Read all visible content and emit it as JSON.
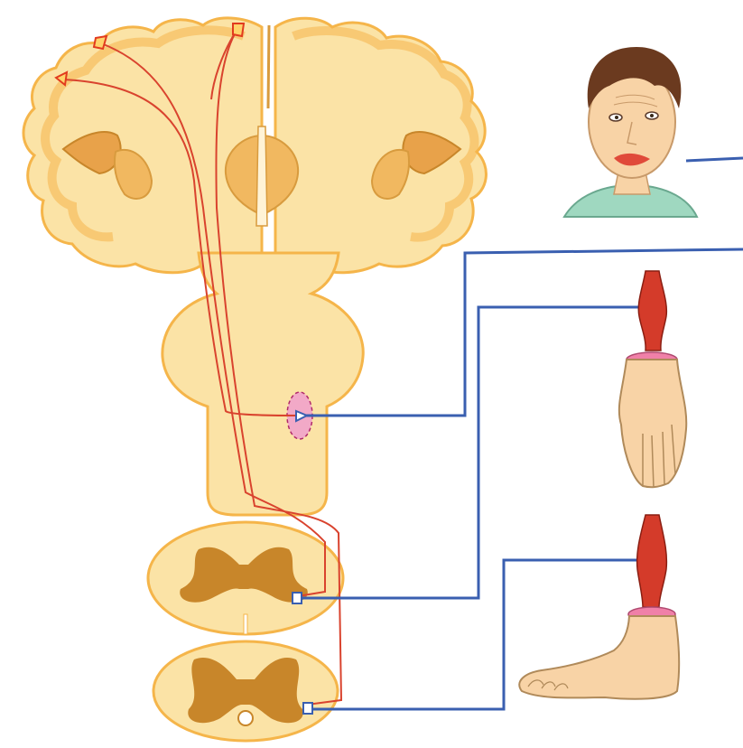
{
  "colors": {
    "background": "#ffffff",
    "tissue_fill": "#fbe3a6",
    "tissue_outline": "#f5b54a",
    "gray_matter": "#c8862a",
    "upper_motor_tract": "#d9432e",
    "lower_motor_nerve": "#3a5fb0",
    "neuron_body_upper": "#e23b1e",
    "neuron_body_lower": "#3a5fb0",
    "nucleus_highlight": "#f2a9c7",
    "muscle": "#d43b2a",
    "skin": "#f8d3a6",
    "hair": "#6b3a1f",
    "shirt": "#9fd8c0",
    "lips": "#e04a3a"
  },
  "parts": {
    "brain_cortex": "cerebral-hemispheres",
    "brainstem": "brainstem-with-motor-nucleus",
    "spinal_upper": "cervical-spinal-cord-section",
    "spinal_lower": "lumbar-spinal-cord-section",
    "target_face": "face",
    "target_arm": "upper-limb-muscle-and-hand",
    "target_leg": "lower-limb-muscle-and-foot"
  }
}
